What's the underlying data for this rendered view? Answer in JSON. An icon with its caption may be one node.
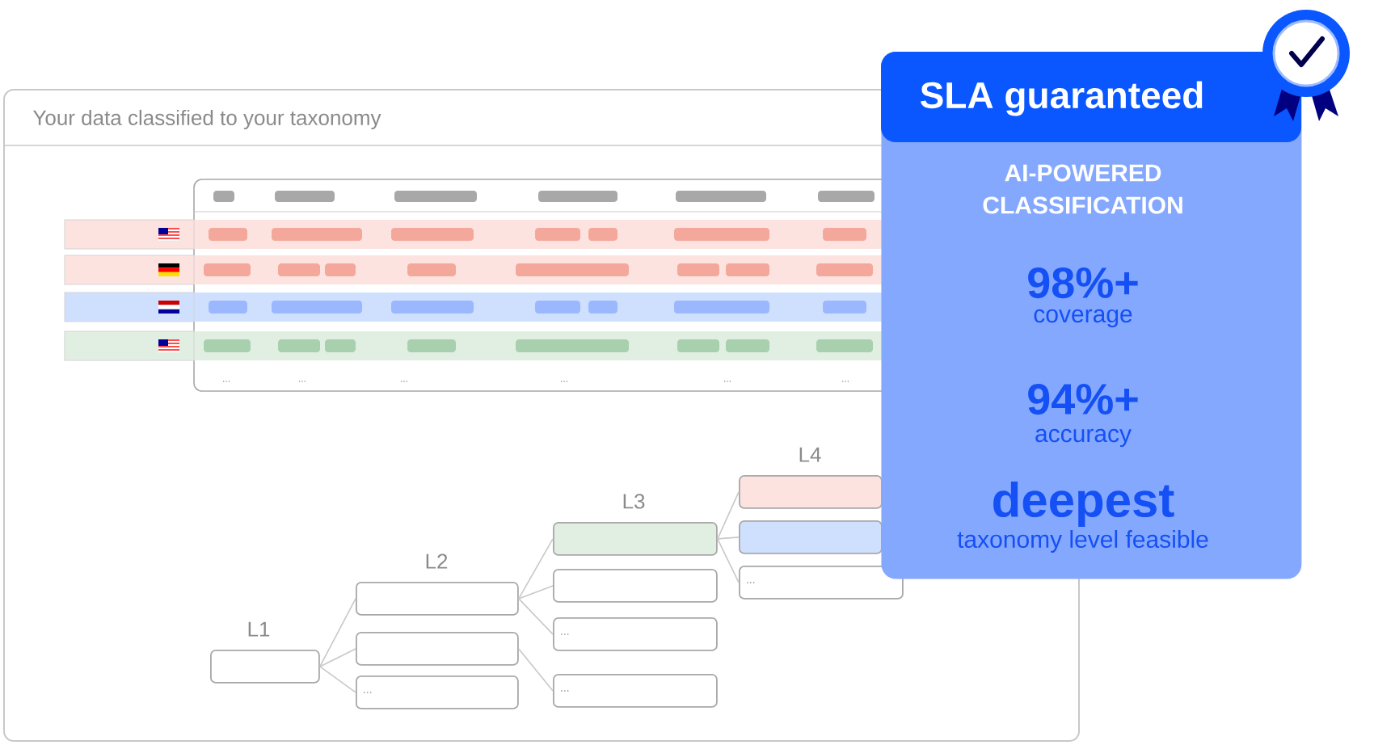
{
  "diagram": {
    "nodes": [
      {
        "text": [
          "Your data classified to your taxonomy"
        ]
      },
      {
        "text": [],
        "shape": "box",
        "in": 0,
        "beside": [
          "L1"
        ]
      },
      {
        "text": [],
        "shape": "box",
        "in": 0,
        "beside": [
          "L2"
        ]
      },
      {
        "text": [],
        "shape": "box",
        "in": 0
      },
      {
        "text": [
          "..."
        ],
        "in": 0
      },
      {
        "text": [],
        "shape": "box",
        "in": 0,
        "beside": [
          "L3"
        ]
      },
      {
        "text": [],
        "shape": "box",
        "in": 0
      },
      {
        "text": [
          "..."
        ],
        "in": 0
      },
      {
        "text": [
          "..."
        ],
        "in": 0
      },
      {
        "text": [],
        "shape": "box",
        "in": 0,
        "beside": [
          "L4"
        ]
      },
      {
        "text": [],
        "shape": "box",
        "in": 0
      },
      {
        "text": [
          "..."
        ],
        "in": 0
      },
      {
        "text": [
          "SLA guaranteed",
          "AI-POWERED CLASSIFICATION",
          "98%+",
          "coverage",
          "94%+",
          "accuracy",
          "deepest",
          "taxonomy level feasible"
        ]
      }
    ],
    "edges": [
      {
        "from": 1,
        "to": 2,
        "arrow": "none"
      },
      {
        "from": 1,
        "to": 3,
        "arrow": "none"
      },
      {
        "from": 1,
        "to": 4,
        "arrow": "none"
      },
      {
        "from": 2,
        "to": 5,
        "arrow": "none"
      },
      {
        "from": 2,
        "to": 6,
        "arrow": "none"
      },
      {
        "from": 2,
        "to": 7,
        "arrow": "none"
      },
      {
        "from": 3,
        "to": 8,
        "arrow": "none"
      },
      {
        "from": 5,
        "to": 9,
        "arrow": "none"
      },
      {
        "from": 5,
        "to": 10,
        "arrow": "none"
      },
      {
        "from": 5,
        "to": 11,
        "arrow": "none"
      }
    ],
    "labels": [
      "...",
      "...",
      "...",
      "...",
      "...",
      "..."
    ]
  }
}
